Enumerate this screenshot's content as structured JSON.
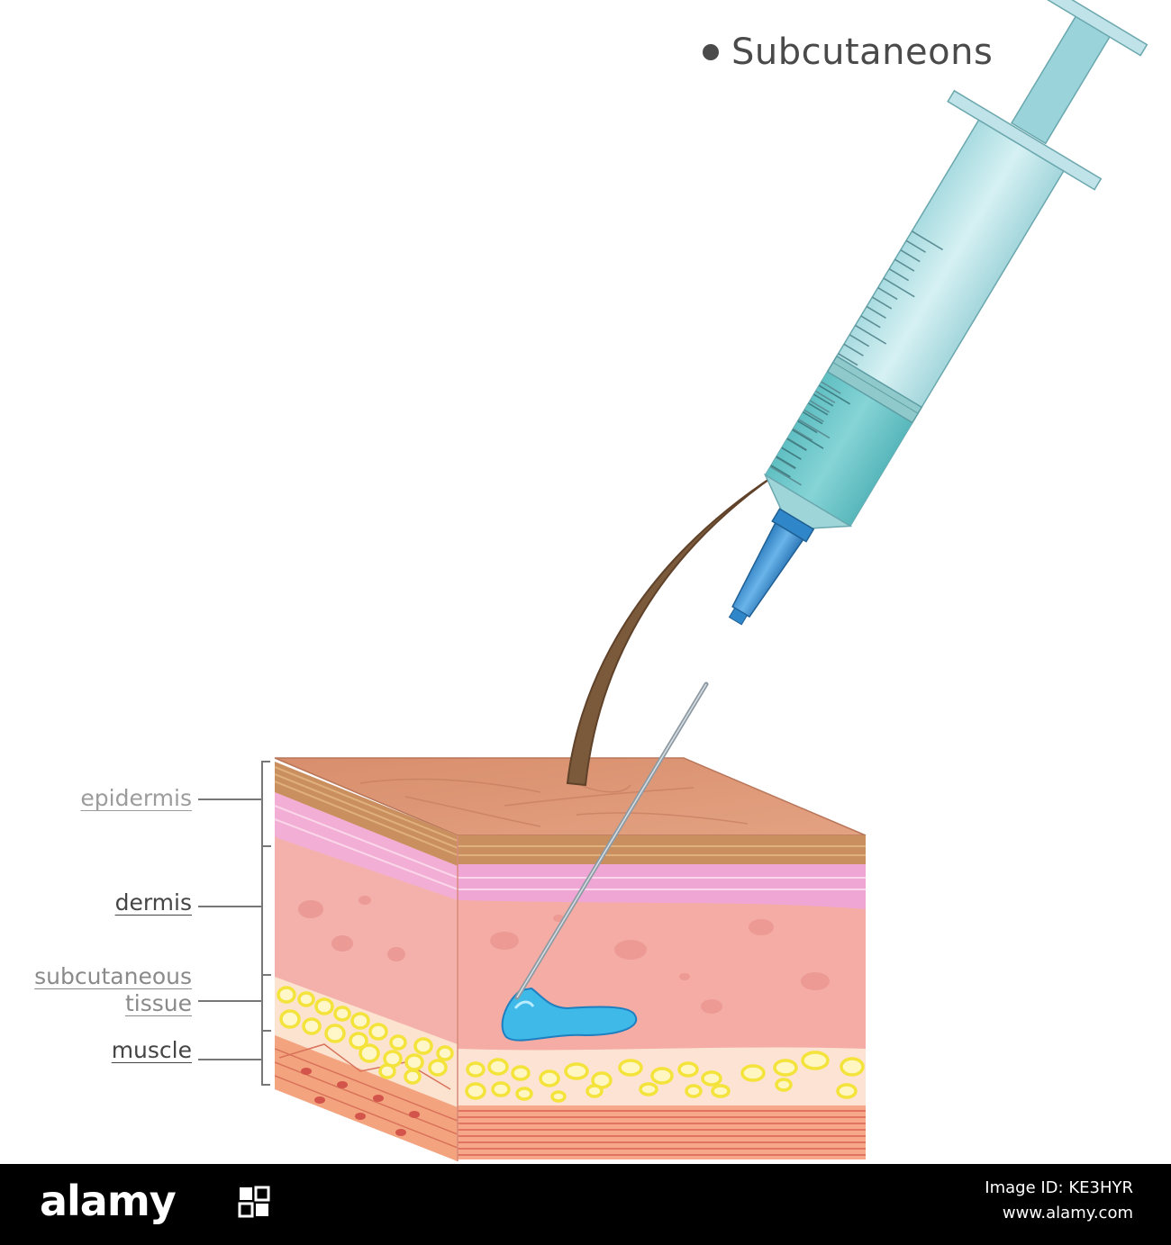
{
  "title": "Subcutaneons",
  "labels": {
    "epidermis": "epidermis",
    "dermis": "dermis",
    "subcutaneous_line1": "subcutaneous",
    "subcutaneous_line2": "tissue",
    "muscle": "muscle"
  },
  "footer": {
    "brand": "alamy",
    "image_id": "Image ID: KE3HYR",
    "url": "www.alamy.com"
  },
  "colors": {
    "epidermis": "#d9936f",
    "dermis": "#f5b5ae",
    "dermis_band": "#ec9fd0",
    "fat": "#f3e33a",
    "muscle": "#f29a7a",
    "injected_fluid": "#3fb9e8",
    "syringe_barrel": "#bfe6ea",
    "syringe_fluid": "#6cc7c9",
    "needle_hub": "#3a93d4",
    "hair": "#7b5a3c"
  }
}
